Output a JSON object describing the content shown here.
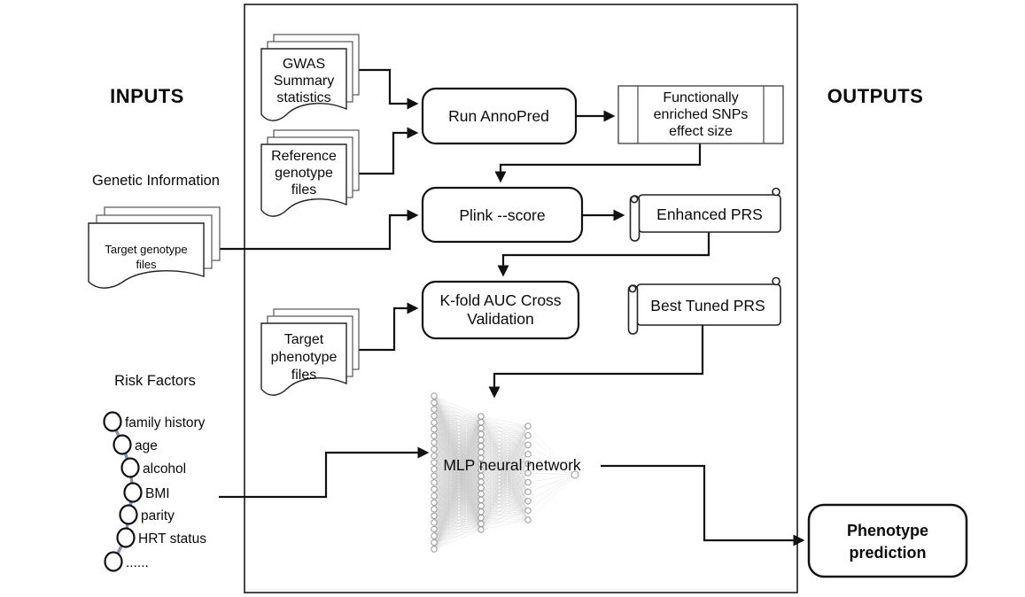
{
  "title_labels": {
    "inputs": "INPUTS",
    "outputs": "OUTPUTS",
    "genetic_information": "Genetic Information",
    "risk_factors": "Risk Factors"
  },
  "documents": {
    "gwas": {
      "lines": [
        "GWAS",
        "Summary",
        "statistics"
      ]
    },
    "reference": {
      "lines": [
        "Reference",
        "genotype",
        "files"
      ]
    },
    "target_genotype": {
      "lines": [
        "Target genotype",
        "files"
      ]
    },
    "target_phenotype": {
      "lines": [
        "Target",
        "phenotype",
        "files"
      ]
    }
  },
  "processes": {
    "run_annopred": {
      "label": "Run AnnoPred"
    },
    "plink_score": {
      "label": "Plink --score"
    },
    "kfold": {
      "lines": [
        "K-fold AUC Cross",
        "Validation"
      ]
    }
  },
  "artifacts": {
    "functionally_enriched": {
      "lines": [
        "Functionally",
        "enriched SNPs",
        "effect size"
      ]
    },
    "enhanced_prs": {
      "label": "Enhanced PRS"
    },
    "best_tuned_prs": {
      "label": "Best Tuned PRS"
    }
  },
  "mlp": {
    "label": "MLP neural network",
    "layers": [
      24,
      20,
      11,
      1
    ]
  },
  "risk_factors": {
    "items": [
      "family history",
      "age",
      "alcohol",
      "BMI",
      "parity",
      "HRT status",
      "......"
    ]
  },
  "final_output": {
    "lines": [
      "Phenotype",
      "prediction"
    ]
  },
  "colors": {
    "stroke": "#111111",
    "chain_link": "#7b93b8",
    "net_node_stroke": "#999999",
    "net_edge": "#c8c8c8"
  }
}
